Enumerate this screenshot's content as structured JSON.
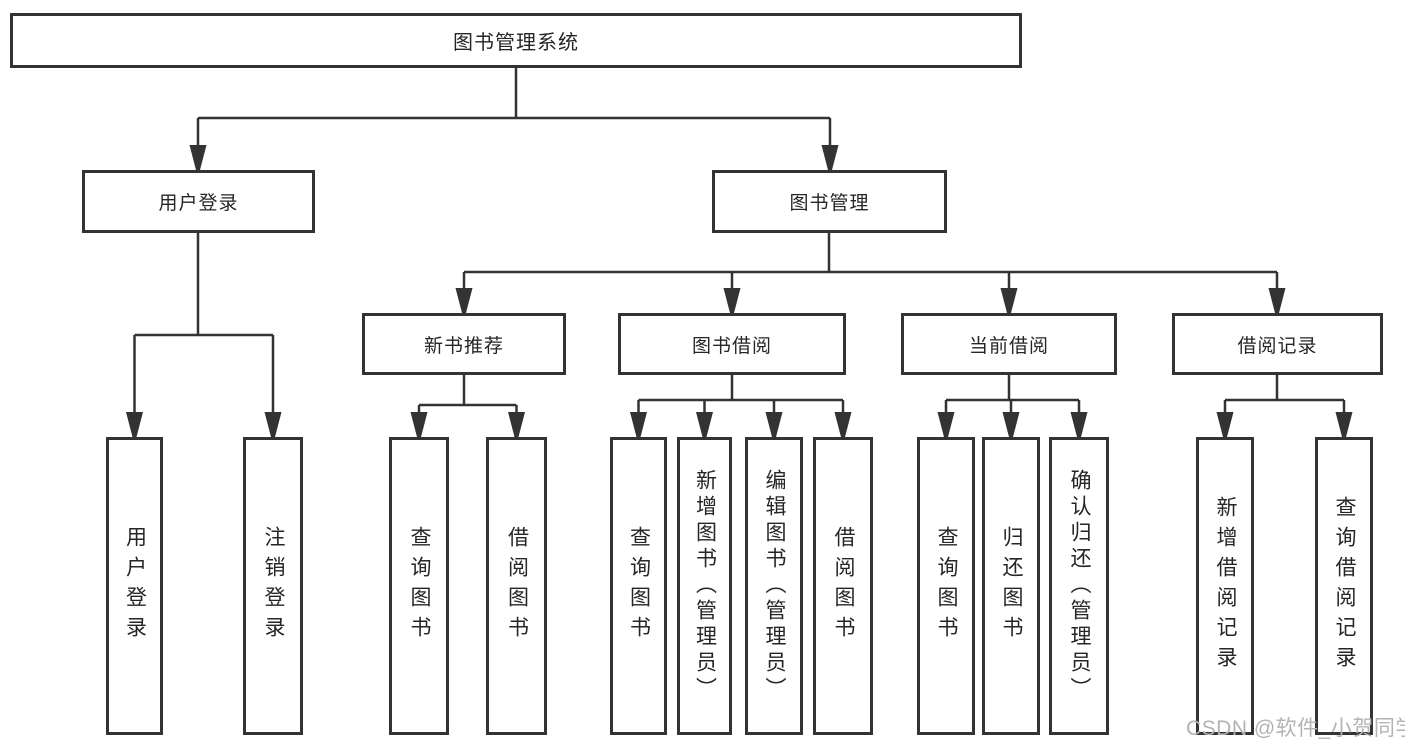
{
  "diagram": {
    "root": {
      "label": "图书管理系统"
    },
    "branches": [
      {
        "label": "用户登录",
        "children": [
          {
            "label": "用户登录"
          },
          {
            "label": "注销登录"
          }
        ]
      },
      {
        "label": "图书管理",
        "children": [
          {
            "label": "新书推荐",
            "children": [
              {
                "label": "查询图书"
              },
              {
                "label": "借阅图书"
              }
            ]
          },
          {
            "label": "图书借阅",
            "children": [
              {
                "label": "查询图书"
              },
              {
                "label": "新增图书（管理员）"
              },
              {
                "label": "编辑图书（管理员）"
              },
              {
                "label": "借阅图书"
              }
            ]
          },
          {
            "label": "当前借阅",
            "children": [
              {
                "label": "查询图书"
              },
              {
                "label": "归还图书"
              },
              {
                "label": "确认归还（管理员）"
              }
            ]
          },
          {
            "label": "借阅记录",
            "children": [
              {
                "label": "新增借阅记录"
              },
              {
                "label": "查询借阅记录"
              }
            ]
          }
        ]
      }
    ]
  },
  "watermark": {
    "text": "CSDN @软件_小贺同学"
  },
  "colors": {
    "line": "#333333",
    "box_border": "#333333",
    "box_background": "#ffffff",
    "text": "#262626",
    "watermark": "#b3b3b3"
  }
}
